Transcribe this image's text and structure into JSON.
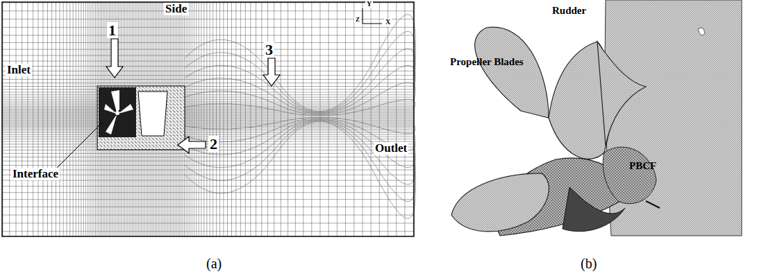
{
  "diagram": {
    "labels": [
      "Side",
      "1",
      "Inlet",
      "Y",
      "Z",
      "X",
      "3",
      "Interface",
      "2",
      "Outlet",
      "Propeller Blades",
      "Rudder",
      "PBCF",
      "(a)",
      "(b)"
    ]
  }
}
